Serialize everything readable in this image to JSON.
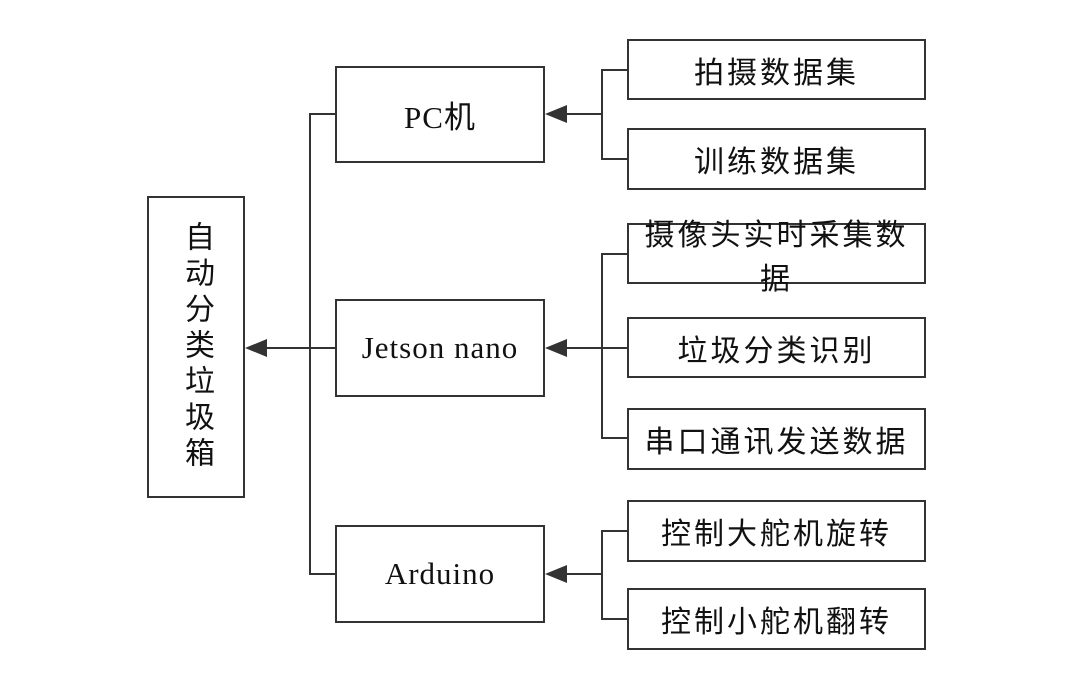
{
  "diagram": {
    "title_hint": "automatic-sorting-garbage-bin-system-architecture",
    "root": {
      "label": "自动分类垃圾箱"
    },
    "modules": [
      {
        "label": "PC机",
        "children": [
          "拍摄数据集",
          "训练数据集"
        ]
      },
      {
        "label": "Jetson nano",
        "children": [
          "摄像头实时采集数据",
          "垃圾分类识别",
          "串口通讯发送数据"
        ]
      },
      {
        "label": "Arduino",
        "children": [
          "控制大舵机旋转",
          "控制小舵机翻转"
        ]
      }
    ],
    "colors": {
      "line": "#333333",
      "text": "#111111",
      "background": "#ffffff"
    }
  }
}
